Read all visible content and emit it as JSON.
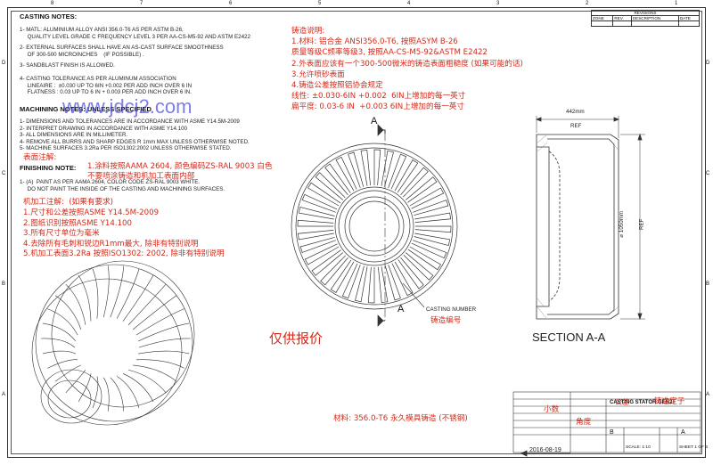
{
  "notes": {
    "casting_title": "CASTING NOTES:",
    "casting_items": [
      "1- MATL: ALUMINIUM ALLOY ANSI 356.0-T6 AS PER ASTM B-26,\n     QUALITY LEVEL GRADE C FREQUENCY LEVEL 3 PER AA-CS-M5-92 AND ASTM E2422",
      "2- EXTERNAL SURFACES SHALL HAVE AN AS-CAST SURFACE SMOOTHNESS\n     OF 300-500 MICROINCHES    (IF POSSIBLE) .",
      "3- SANDBLAST FINISH IS ALLOWED.",
      "4- CASTING TOLERANCE AS PER ALUMINUM ASSOCIATION\n     LINEAIRE :  ±0.030 UP TO 6IN +0.002 PER ADD INCH OVER 6 IN\n     FLATNESS : 0.03 UP TO 6 IN + 0.003 PER ADD INCH OVER 6 IN."
    ],
    "machining_title": "MACHINING NOTES:   UNLESS SPECIFIED",
    "watermark": "www.jdcj2.com",
    "machining_items": "1- DIMENSIONS AND TOLERANCES ARE IN ACCORDANCE WITH ASME Y14.5M-2009\n2- INTERPRET DRAWING IN ACCORDANCE WITH ASME Y14.100\n3- ALL DIMENSIONS ARE IN MILLIMETER.\n4- REMOVE ALL BURRS AND SHARP EDGES R 1mm MAX UNLESS OTHERWISE NOTED.\n5- MACHINE SURFACES 3.2Ra PER ISO1302:2002 UNLESS OTHERWISE STATED.",
    "finish_cn_title": "表面注解:",
    "finish_title": "FINISHING NOTE:",
    "finish_cn": "1.涂料按照AAMA 2604, 颜色编码ZS-RAL 9003 白色\n不要喷涂铸造和机加工表面内部",
    "finish_items": "1- (A)  PAINT AS PER AAMA 2604, COLOR CODE ZS-RAL 9003 WHITE.\n     DO NOT PAINT THE INSIDE OF THE CASTING AND MACHINING SURFACES.",
    "mach_cn_title": "机加工注解:  (如果有要求)",
    "mach_cn": "1.尺寸和公差按照ASME Y14.5M-2009\n2.图纸识别按照ASME Y14.100\n3.所有尺寸单位为毫米\n4.去除所有毛刺和锐边R1mm最大, 除非有特别说明\n5.机加工表面3.2Ra 按照ISO1302: 2002, 除非有特别说明",
    "casting_cn": "铸造说明:\n1.材料: 铝合金 ANSI356.0-T6, 按照ASYM B-26\n质量等级C频率等级3, 按照AA-CS-M5-92&ASTM E2422\n2.外表面应该有一个300-500微米的铸造表面粗糙度 (如果可能的话)\n3.允许喷砂表面\n4.铸造公差按照铝协会规定\n线性: ±0.030-6IN +0.002  6IN上增加的每一英寸\n扁平度: 0.03-6 IN  +0.003 6IN上增加的每一英寸"
  },
  "drawing": {
    "dim_width": "442mm",
    "dim_ref": "REF",
    "dim_diameter": "⌀ 1050mm",
    "dim_diameter_ref": "REF",
    "section_marker": "A",
    "casting_number_label": "CASTING NUMBER",
    "casting_number_cn": "铸造编号",
    "quote_only": "仅供报价",
    "section_label": "SECTION A-A",
    "material_cn": "材料: 356.0-T6 永久模具铸造 (不锈钢)",
    "date_stamp": "2016-08-19"
  },
  "revisions": {
    "title": "REVISIONS",
    "zone": "ZONE",
    "rev": "REV.",
    "description": "DESCRIPTION",
    "date": "DATE"
  },
  "title_block": {
    "title": "CASTING STATOR GEN2+",
    "tolerance_cn": "公差",
    "part_cn": "铸造定子",
    "small_cn": "小数",
    "angle_cn": "角度",
    "scale": "SCALE: 1:10",
    "sheet": "SHEET 1 OF 3",
    "rev": "A",
    "size": "B"
  },
  "border": {
    "cols": [
      "8",
      "7",
      "6",
      "5",
      "4",
      "3",
      "2",
      "1"
    ],
    "rows": [
      "D",
      "C",
      "B",
      "A"
    ]
  }
}
